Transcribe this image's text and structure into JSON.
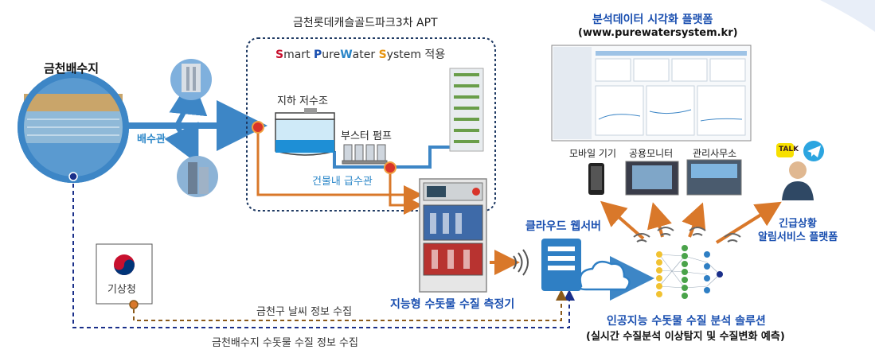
{
  "reservoir": {
    "title": "금천배수지",
    "pipe_label": "배수관"
  },
  "apt": {
    "title": "금천롯데캐슬골드파크3차 APT",
    "sps": {
      "letter_s1": "S",
      "rest1": "mart ",
      "letter_p": "P",
      "rest2": "ure",
      "letter_w": "W",
      "rest3": "ater ",
      "letter_s2": "S",
      "rest4": "ystem",
      "suffix": " 적용"
    },
    "tank_label": "지하 저수조",
    "pump_label": "부스터 펌프",
    "inner_pipe_label": "건물내 급수관"
  },
  "analyzer": {
    "label": "지능형 수돗물 수질 측정기"
  },
  "cloud": {
    "label": "클라우드 웹서버"
  },
  "ai": {
    "title": "인공지능 수돗물 수질 분석 솔루션",
    "subtitle": "(실시간 수질분석 이상탐지 및 수질변화 예측)"
  },
  "platform": {
    "title": "분석데이터 시각화 플랫폼",
    "url": "(www.purewatersystem.kr)"
  },
  "devices": {
    "mobile": "모바일 기기",
    "monitor": "공용모니터",
    "office": "관리사무소"
  },
  "alert": {
    "line1": "긴급상황",
    "line2": "알림서비스 플랫폼",
    "kakao": "TALK"
  },
  "kma": {
    "name": "기상청"
  },
  "flows": {
    "weather": "금천구 날씨 정보 수집",
    "reservoir_quality": "금천배수지 수돗물 수질 정보 수집"
  },
  "colors": {
    "pipe": "#3d86c6",
    "orange": "#d9782a",
    "navy": "#1a2f8a",
    "title_blue": "#1a4fb0"
  }
}
